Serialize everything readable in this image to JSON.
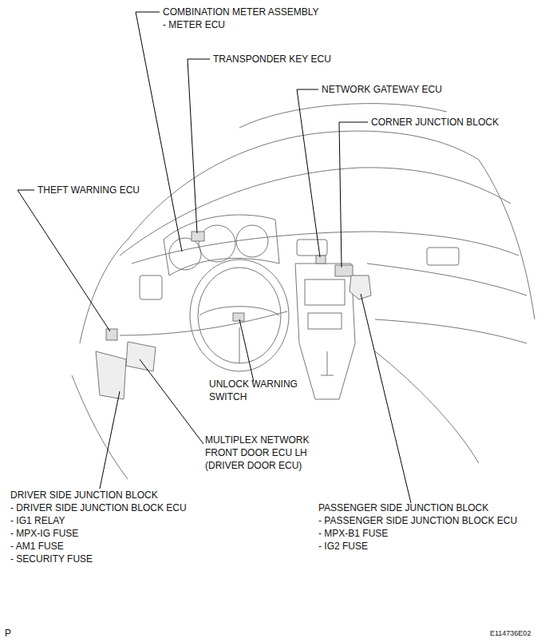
{
  "diagram": {
    "labels": [
      "COMBINATION METER ASSEMBLY",
      "- METER ECU",
      "TRANSPONDER KEY ECU",
      "NETWORK GATEWAY ECU",
      "CORNER JUNCTION BLOCK",
      "THEFT WARNING ECU",
      "UNLOCK WARNING SWITCH",
      "MULTIPLEX NETWORK FRONT DOOR ECU LH (DRIVER DOOR ECU)",
      "DRIVER SIDE JUNCTION BLOCK",
      "- DRIVER SIDE JUNCTION BLOCK ECU",
      "- IG1 RELAY",
      "- MPX-IG FUSE",
      "- AM1 FUSE",
      "- SECURITY FUSE",
      "PASSENGER SIDE JUNCTION BLOCK",
      "- PASSENGER SIDE JUNCTION BLOCK ECU",
      "- MPX-B1 FUSE",
      "- IG2 FUSE",
      "P",
      "E114736E02"
    ]
  }
}
